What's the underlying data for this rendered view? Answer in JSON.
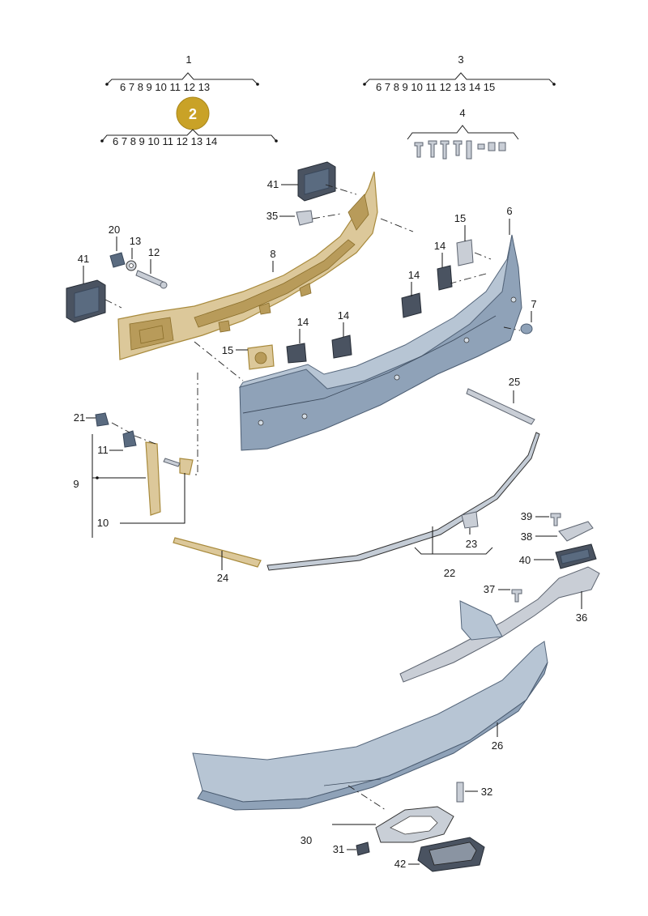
{
  "callouts": {
    "c1": "1",
    "c2": "2",
    "c3": "3",
    "c4": "4",
    "c6": "6",
    "c7": "7",
    "c8": "8",
    "c9": "9",
    "c10": "10",
    "c11": "11",
    "c12": "12",
    "c13": "13",
    "c14a": "14",
    "c14b": "14",
    "c14c": "14",
    "c14d": "14",
    "c15a": "15",
    "c15b": "15",
    "c20": "20",
    "c21": "21",
    "c22": "22",
    "c23": "23",
    "c24": "24",
    "c25": "25",
    "c26": "26",
    "c30": "30",
    "c31": "31",
    "c32": "32",
    "c35": "35",
    "c36": "36",
    "c37": "37",
    "c38": "38",
    "c39": "39",
    "c40": "40",
    "c41a": "41",
    "c41b": "41",
    "c42": "42"
  },
  "braces": {
    "group1": [
      "6",
      "7",
      "8",
      "9",
      "10",
      "11",
      "12",
      "13"
    ],
    "group2": [
      "6",
      "7",
      "8",
      "9",
      "10",
      "11",
      "12",
      "13",
      "14"
    ],
    "group3": [
      "6",
      "7",
      "8",
      "9",
      "10",
      "11",
      "12",
      "13",
      "14",
      "15"
    ]
  },
  "highlight": {
    "label": "2",
    "color": "#c9a227"
  },
  "colors": {
    "highlight_part": "#dcc89a",
    "bumper": "#8fa2b8",
    "outline": "#222222"
  }
}
